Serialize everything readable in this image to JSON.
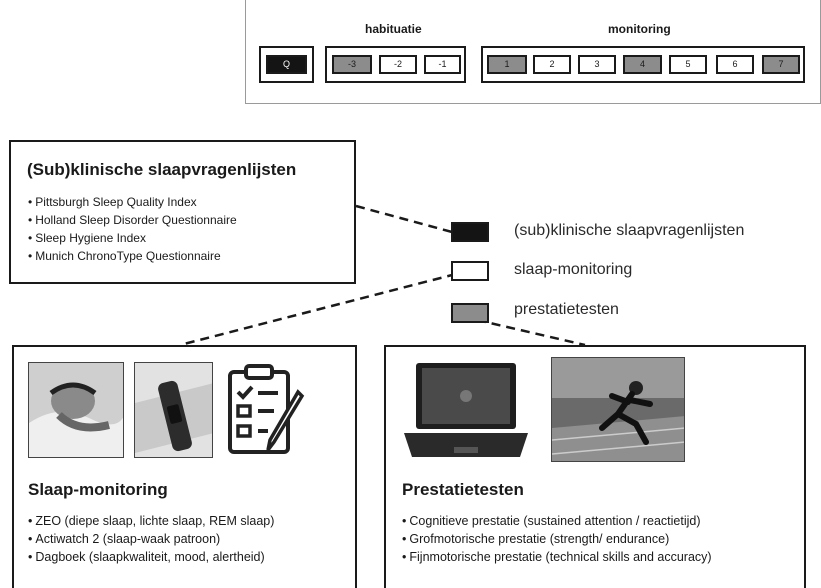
{
  "timeline": {
    "habituation_label": "habituatie",
    "monitoring_label": "monitoring",
    "q_label": "Q",
    "habituation_days": [
      "-3",
      "-2",
      "-1"
    ],
    "monitoring_days": [
      "1",
      "2",
      "3",
      "4",
      "5",
      "6",
      "7"
    ]
  },
  "legend": {
    "questionnaires": "(sub)klinische slaapvragenlijsten",
    "sleep_monitoring": "slaap-monitoring",
    "performance_tests": "prestatietesten"
  },
  "questionnaires_panel": {
    "title": "(Sub)klinische slaapvragenlijsten",
    "items": [
      "Pittsburgh Sleep Quality Index",
      "Holland Sleep Disorder Questionnaire",
      "Sleep Hygiene Index",
      "Munich ChronoType Questionnaire"
    ]
  },
  "sleep_panel": {
    "title": "Slaap-monitoring",
    "items": [
      "ZEO (diepe slaap, lichte slaap, REM slaap)",
      "Actiwatch 2 (slaap-waak patroon)",
      "Dagboek (slaapkwaliteit, mood, alertheid)"
    ]
  },
  "performance_panel": {
    "title": "Prestatietesten",
    "items": [
      "Cognitieve prestatie (sustained attention / reactietijd)",
      "Grofmotorische prestatie (strength/ endurance)",
      "Fijnmotorische prestatie (technical skills and accuracy)"
    ]
  },
  "colors": {
    "questionnaire": "#141414",
    "monitoring": "#ffffff",
    "performance": "#8c8c8c"
  }
}
